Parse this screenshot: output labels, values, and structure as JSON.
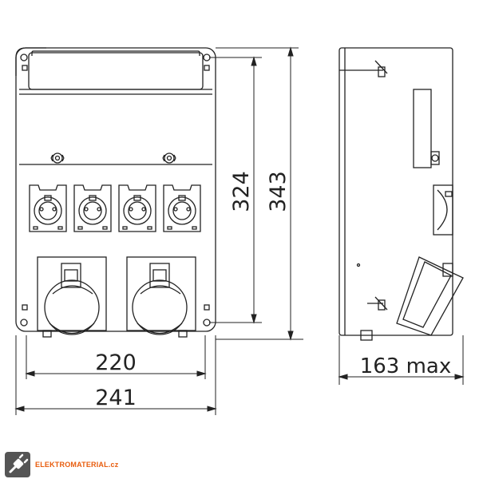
{
  "dimensions": {
    "width_inner": "220",
    "width_outer": "241",
    "height_inner": "324",
    "height_outer": "343",
    "depth": "163 max"
  },
  "colors": {
    "line": "#222222",
    "brand_orange": "#e85c0d",
    "brand_dark": "#333333"
  },
  "logo": {
    "text": "ELEKTROMATERIAL.cz",
    "icon": "plug-icon"
  }
}
